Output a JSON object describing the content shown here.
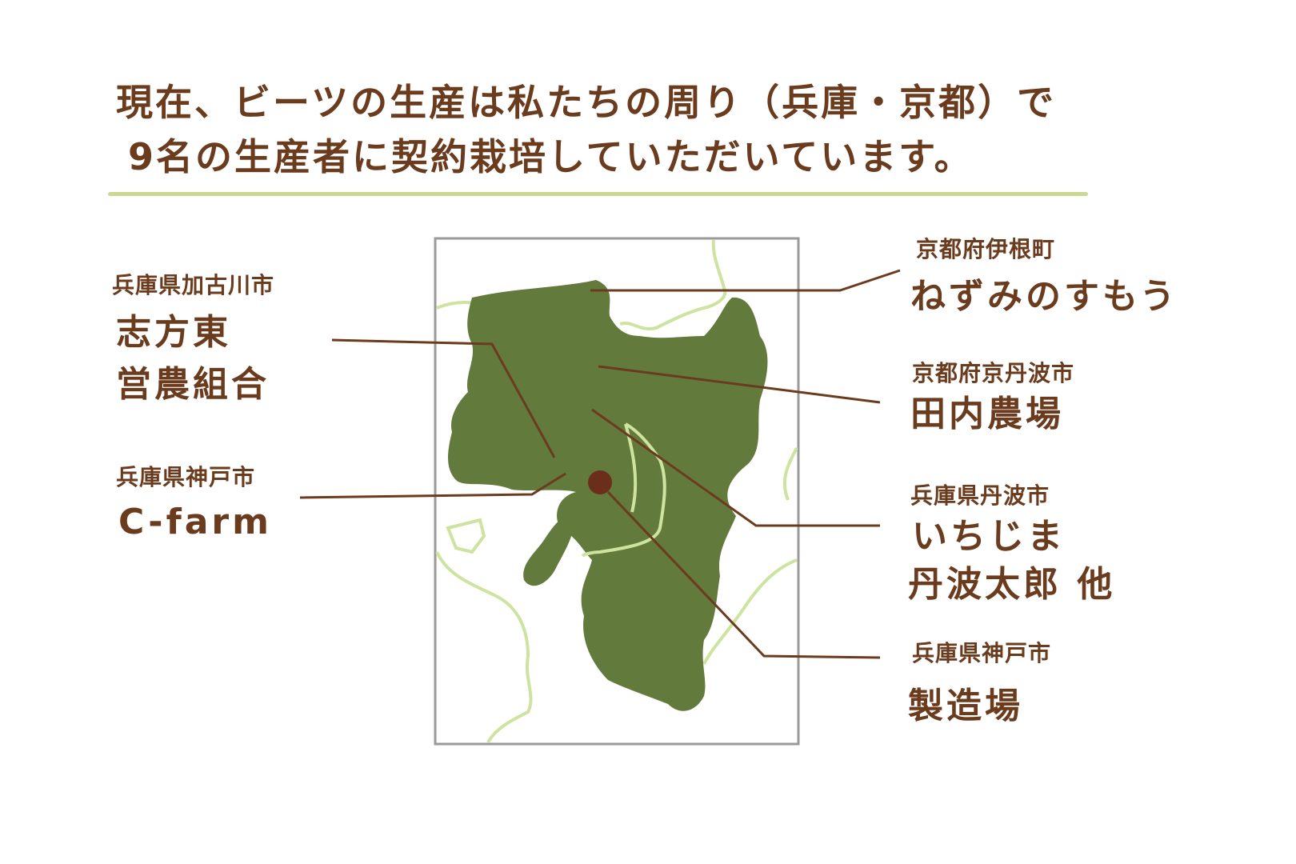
{
  "heading": {
    "line1": "現在、ビーツの生産は私たちの周り（兵庫・京都）で",
    "line2": "9名の生産者に契約栽培していただいています。"
  },
  "colors": {
    "text": "#6b3b1e",
    "region": "#637a3d",
    "border_lines": "#cfe3a0",
    "divider": "#c9d98f",
    "frame": "#9a9a9a",
    "marker": "#6b2e1a"
  },
  "producers": [
    {
      "location": "兵庫県加古川市",
      "name1": "志方東",
      "name2": "営農組合"
    },
    {
      "location": "兵庫県神戸市",
      "name1": "C-farm"
    },
    {
      "location": "京都府伊根町",
      "name1": "ねずみのすもう"
    },
    {
      "location": "京都府京丹波市",
      "name1": "田内農場"
    },
    {
      "location": "兵庫県丹波市",
      "name1": "いちじま",
      "name2": "丹波太郎 他"
    },
    {
      "location": "兵庫県神戸市",
      "name1": "製造場"
    }
  ]
}
